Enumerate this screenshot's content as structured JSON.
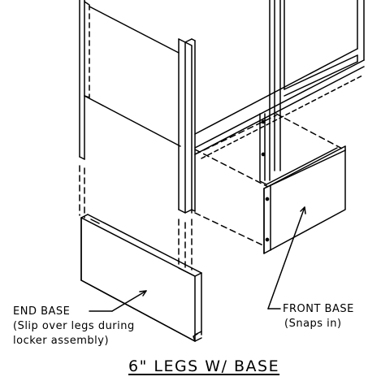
{
  "title": "6\" LEGS W/ BASE",
  "end_base": {
    "name": "END BASE",
    "note_line1": "(Slip over legs during",
    "note_line2": "locker assembly)"
  },
  "front_base": {
    "name": "FRONT BASE",
    "note": "(Snaps in)"
  },
  "colors": {
    "line": "#000000",
    "background": "#ffffff"
  }
}
